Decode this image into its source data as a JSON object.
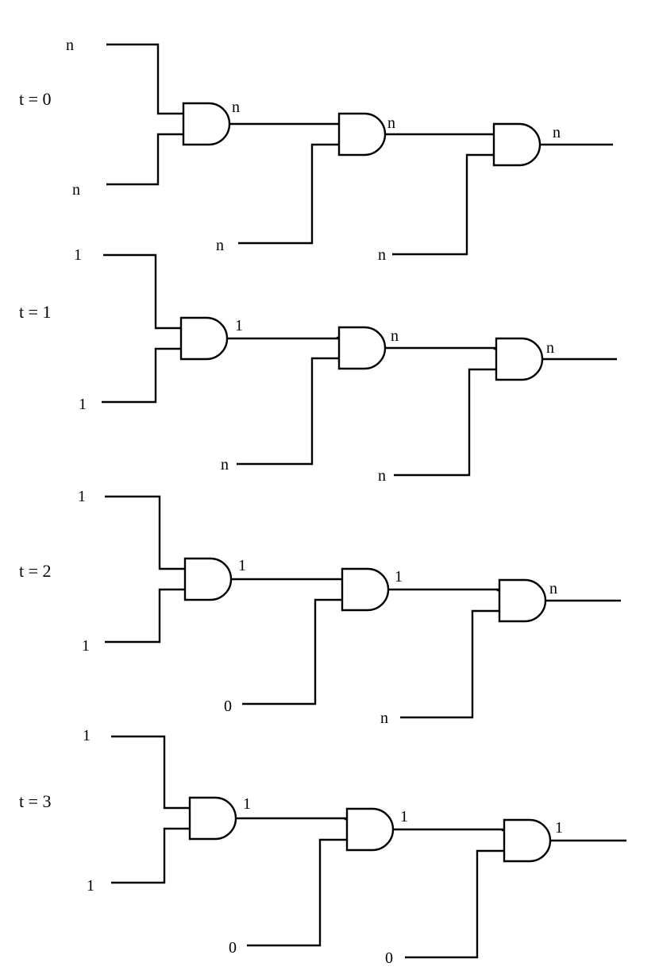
{
  "diagram": {
    "stages": [
      {
        "time_label": "t = 0",
        "input_a": "n",
        "input_b": "n",
        "gate1_out": "n",
        "input_c": "n",
        "gate2_out": "n",
        "input_d": "n",
        "gate3_out": "n"
      },
      {
        "time_label": "t = 1",
        "input_a": "1",
        "input_b": "1",
        "gate1_out": "1",
        "input_c": "n",
        "gate2_out": "n",
        "input_d": "n",
        "gate3_out": "n"
      },
      {
        "time_label": "t = 2",
        "input_a": "1",
        "input_b": "1",
        "gate1_out": "1",
        "input_c": "0",
        "gate2_out": "1",
        "input_d": "n",
        "gate3_out": "n"
      },
      {
        "time_label": "t = 3",
        "input_a": "1",
        "input_b": "1",
        "gate1_out": "1",
        "input_c": "0",
        "gate2_out": "1",
        "input_d": "0",
        "gate3_out": "1"
      }
    ]
  }
}
